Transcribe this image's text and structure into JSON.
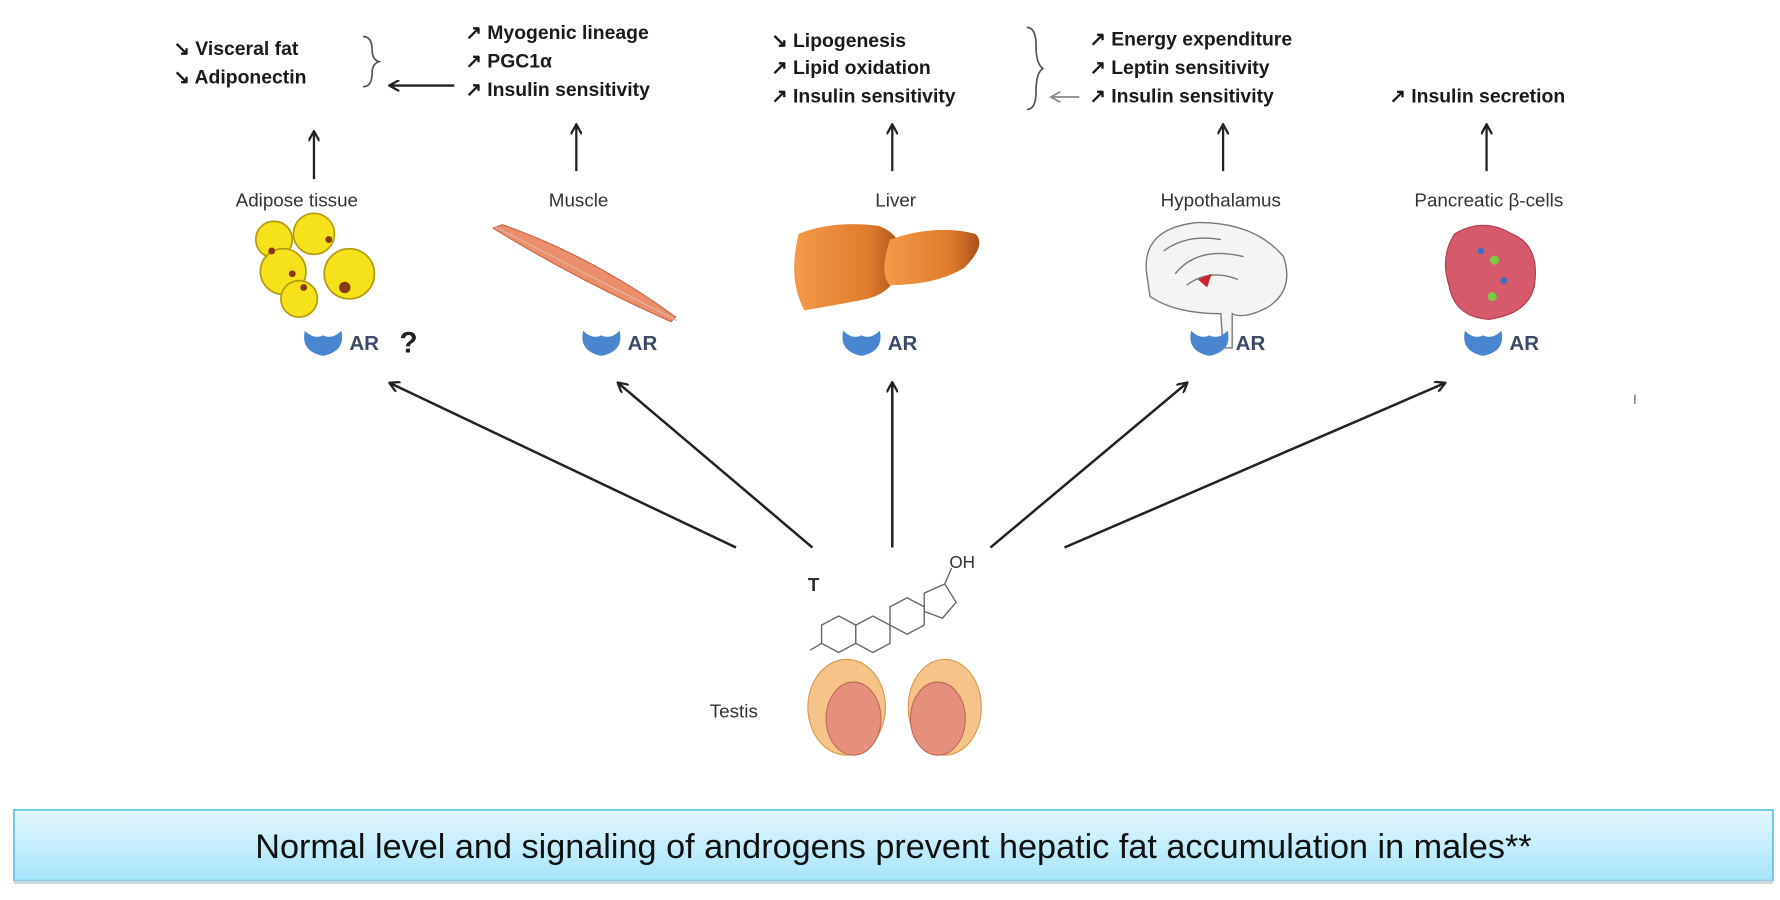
{
  "organs": [
    {
      "name": "Adipose tissue",
      "effects": [
        "↘ Visceral fat",
        "↘ Adiponectin"
      ],
      "receptor": "AR",
      "note": "?"
    },
    {
      "name": "Muscle",
      "effects": [
        "↗ Myogenic lineage",
        "↗ PGC1α",
        "↗ Insulin sensitivity"
      ],
      "receptor": "AR"
    },
    {
      "name": "Liver",
      "effects": [
        "↘ Lipogenesis",
        "↗ Lipid oxidation",
        "↗ Insulin sensitivity"
      ],
      "receptor": "AR"
    },
    {
      "name": "Hypothalamus",
      "effects": [
        "↗ Energy expenditure",
        "↗ Leptin sensitivity",
        "↗ Insulin sensitivity"
      ],
      "receptor": "AR"
    },
    {
      "name": "Pancreatic β-cells",
      "effects": [
        "↗ Insulin secretion"
      ],
      "receptor": "AR"
    }
  ],
  "source": {
    "hormone": "T",
    "oh_label": "OH",
    "organ": "Testis"
  },
  "caption": "Normal level and signaling of androgens prevent hepatic fat accumulation in males**",
  "colors": {
    "receptor": "#4a86d0",
    "caption_top": "#e4f7fd",
    "caption_bottom": "#a6e4fa",
    "caption_border": "#5fc3ea"
  }
}
